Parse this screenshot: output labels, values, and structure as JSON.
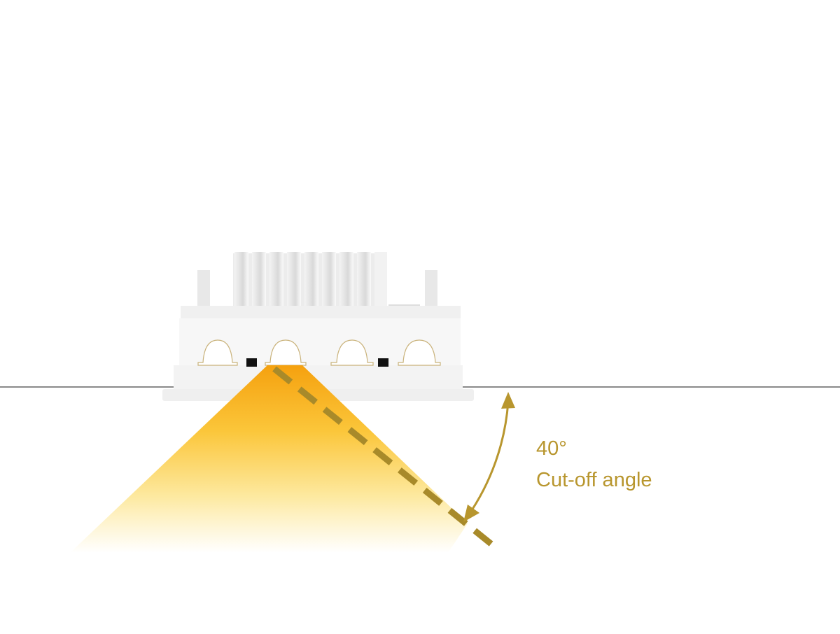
{
  "annotation": {
    "angle": "40°",
    "label": "Cut-off angle"
  },
  "colors": {
    "accent": "#b8962e",
    "beam": "#f5a623",
    "dash": "#a88a2a",
    "ceiling": "#888888"
  },
  "fixture": {
    "led_count": 4
  }
}
